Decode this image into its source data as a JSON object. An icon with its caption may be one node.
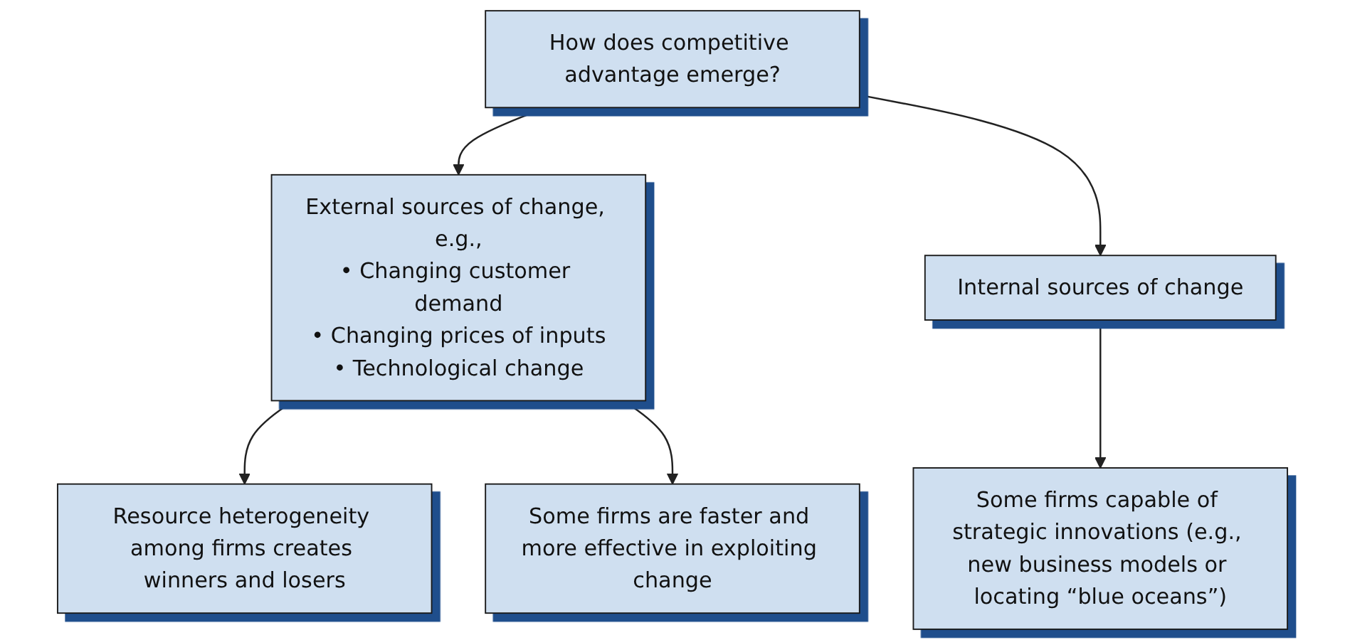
{
  "diagram": {
    "nodes": [
      {
        "text": [
          "How does competitive advantage emerge?"
        ]
      },
      {
        "text": [
          "External sources of change, e.g.,",
          "• Changing customer demand",
          "• Changing prices of inputs",
          "• Technological change"
        ]
      },
      {
        "text": [
          "Internal sources of change"
        ]
      },
      {
        "text": [
          "Resource heterogeneity among firms creates winners and losers"
        ]
      },
      {
        "text": [
          "Some firms are faster and more effective in exploiting change"
        ]
      },
      {
        "text": [
          "Some firms capable of strategic innovations (e.g., new business models or locating “blue oceans”)"
        ]
      }
    ],
    "edges": [
      {
        "from": 0,
        "to": 1,
        "arrow": "to"
      },
      {
        "from": 0,
        "to": 2,
        "arrow": "to"
      },
      {
        "from": 1,
        "to": 3,
        "arrow": "to"
      },
      {
        "from": 1,
        "to": 4,
        "arrow": "to"
      },
      {
        "from": 2,
        "to": 5,
        "arrow": "to"
      }
    ]
  }
}
